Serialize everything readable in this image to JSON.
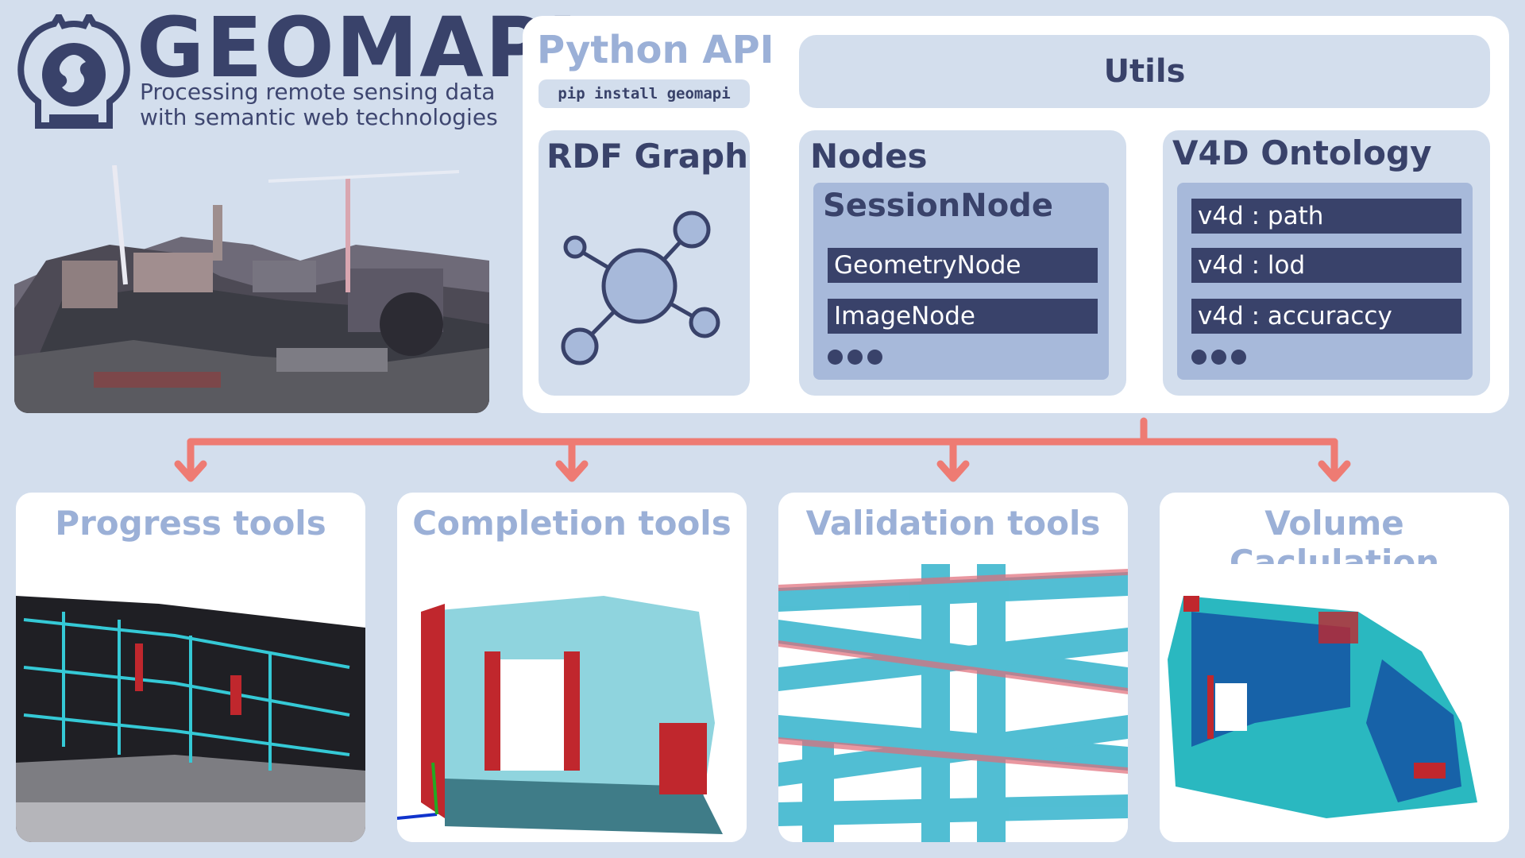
{
  "brand": {
    "title": "GEOMAPI",
    "tagline_line1": "Processing remote sensing data",
    "tagline_line2": "with semantic web technologies",
    "logo_icon": "geomapi-logo-icon"
  },
  "api": {
    "title": "Python API",
    "install_command": "pip install geomapi",
    "utils_label": "Utils",
    "rdf_title": "RDF Graph",
    "nodes_title": "Nodes",
    "session_node": "SessionNode",
    "node_items": [
      "GeometryNode",
      "ImageNode"
    ],
    "ontology_title": "V4D Ontology",
    "ontology_items": [
      "v4d : path",
      "v4d : lod",
      "v4d : accuraccy"
    ]
  },
  "tools": [
    {
      "title": "Progress tools"
    },
    {
      "title": "Completion tools"
    },
    {
      "title": "Validation tools"
    },
    {
      "title": "Volume Caclulation"
    }
  ],
  "colors": {
    "background": "#d3deed",
    "dark": "#39426a",
    "light_title": "#9bb0d7",
    "arrow": "#ee7b73"
  }
}
